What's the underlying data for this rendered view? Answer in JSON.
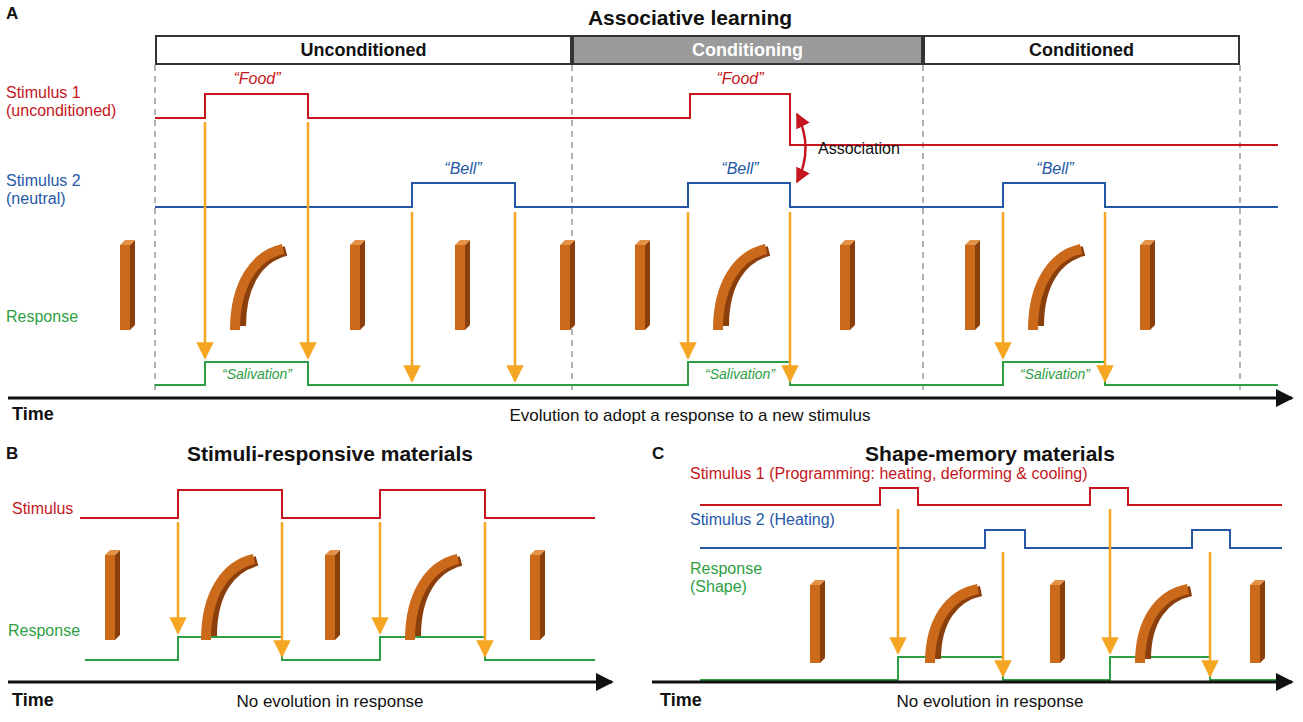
{
  "diagram": {
    "nodes": [
      {
        "text": [
          "Unconditioned"
        ]
      },
      {
        "text": [
          "Conditioning"
        ]
      },
      {
        "text": [
          "Conditioned"
        ]
      }
    ],
    "labels": [
      "A",
      "Associative learning",
      "Stimulus 1 (unconditioned)",
      "Stimulus 2 (neutral)",
      "Response",
      "“Food”",
      "“Bell”",
      "“Food”",
      "“Bell”",
      "Association",
      "“Bell”",
      "“Salivation”",
      "“Salivation”",
      "“Salivation”",
      "Time",
      "Evolution to adopt a response to a new stimulus",
      "B",
      "Stimuli-responsive materials",
      "Stimulus",
      "Response",
      "Time",
      "No evolution in response",
      "C",
      "Shape-memory materials",
      "Stimulus 1 (Programming: heating, deforming & cooling)",
      "Stimulus 2 (Heating)",
      "Response (Shape)",
      "Time",
      "No evolution in response"
    ]
  }
}
